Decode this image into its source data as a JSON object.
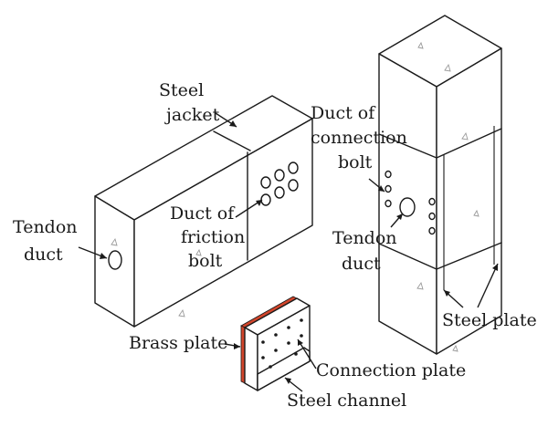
{
  "labels": {
    "steel_jacket_line1": "Steel",
    "steel_jacket_line2": "jacket",
    "duct_connection_line1": "Duct of",
    "duct_connection_line2": "connection",
    "duct_connection_line3": "bolt",
    "tendon_duct_left_line1": "Tendon",
    "tendon_duct_left_line2": "duct",
    "duct_friction_line1": "Duct of",
    "duct_friction_line2": "friction",
    "duct_friction_line3": "bolt",
    "tendon_duct_right_line1": "Tendon",
    "tendon_duct_right_line2": "duct",
    "steel_plate": "Steel plate",
    "brass_plate": "Brass plate",
    "connection_plate": "Connection plate",
    "steel_channel": "Steel channel"
  },
  "colors": {
    "line": "#1a1a1a",
    "brass_plate": "#d2452b",
    "concrete_speckle": "#9a9a9a"
  }
}
